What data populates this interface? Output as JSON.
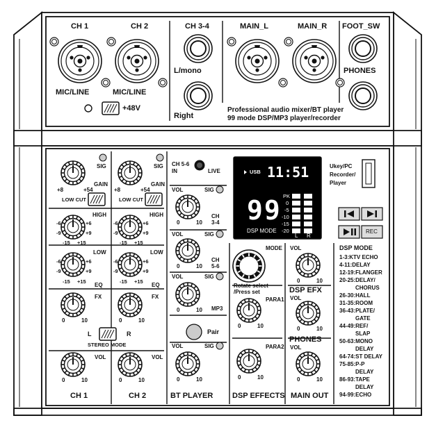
{
  "top_panel": {
    "ch1_label": "CH 1",
    "ch2_label": "CH 2",
    "ch34_label": "CH 3-4",
    "main_l_label": "MAIN_L",
    "main_r_label": "MAIN_R",
    "foot_sw_label": "FOOT_SW",
    "phones_label": "PHONES",
    "mic_line_1": "MIC/LINE",
    "mic_line_2": "MIC/LINE",
    "lmono_label": "L/mono",
    "right_label": "Right",
    "phantom_label": "+48V",
    "desc_line1": "Professional audio mixer/BT player",
    "desc_line2": "99 mode DSP/MP3 player/recorder"
  },
  "channels": {
    "sig": "SIG",
    "gain": "GAIN",
    "gain_min": "+8",
    "gain_max": "+54",
    "low_cut": "LOW CUT",
    "high": "HIGH",
    "low": "LOW",
    "eq": "EQ",
    "fx": "FX",
    "vol": "VOL",
    "eq_m15": "-15",
    "eq_p15": "+15",
    "eq_m6": "-6",
    "eq_p6": "+6",
    "eq_m9": "-9",
    "eq_p9": "+9",
    "zero": "0",
    "ten": "10",
    "stereo_mode": "STEREO MODE",
    "l": "L",
    "r": "R",
    "ch1_footer": "CH 1",
    "ch2_footer": "CH 2"
  },
  "player": {
    "ch56_in": "CH 5-6",
    "in": "IN",
    "live": "LIVE",
    "vol": "VOL",
    "sig": "SIG",
    "ch34": "CH",
    "ch34b": "3-4",
    "ch56": "CH",
    "ch56b": "5-6",
    "mp3": "MP3",
    "pair": "Pair",
    "footer": "BT PLAYER"
  },
  "display": {
    "usb": "USB",
    "time": "11:51",
    "mode_number": "99",
    "dsp_mode": "DSP MODE",
    "pk": "PK",
    "meter_scale": [
      "0",
      "-5",
      "-10",
      "-15",
      "-20"
    ],
    "l": "L",
    "r": "R"
  },
  "usb_slot": {
    "line1": "Ukey/PC",
    "line2": "Recorder/",
    "line3": "Player"
  },
  "transport": {
    "prev_icon": "skip-previous-icon",
    "next_icon": "skip-next-icon",
    "play_pause_icon": "play-pause-icon",
    "rec": "REC"
  },
  "dsp": {
    "mode": "MODE",
    "rotate1": "Rotate select",
    "rotate2": "/Press set",
    "para1": "PARA1",
    "para2": "PARA2",
    "footer": "DSP EFFECTS"
  },
  "main_out": {
    "vol": "VOL",
    "dsp_efx": "DSP EFX",
    "phones": "PHONES",
    "footer": "MAIN OUT"
  },
  "dsp_mode_list": {
    "title": "DSP MODE",
    "items": [
      "1-3:KTV ECHO",
      "4-11:DELAY",
      "12-19:FLANGER",
      "20-25:DELAY/",
      "CHORUS",
      "26-30:HALL",
      "31-35:ROOM",
      "36-43:PLATE/",
      "GATE",
      "44-49:REF/",
      "SLAP",
      "50-63:MONO",
      "DELAY",
      "64-74:ST DELAY",
      "75-85:P-P",
      "DELAY",
      "86-93:TAPE",
      "DELAY",
      "94-99:ECHO"
    ]
  }
}
